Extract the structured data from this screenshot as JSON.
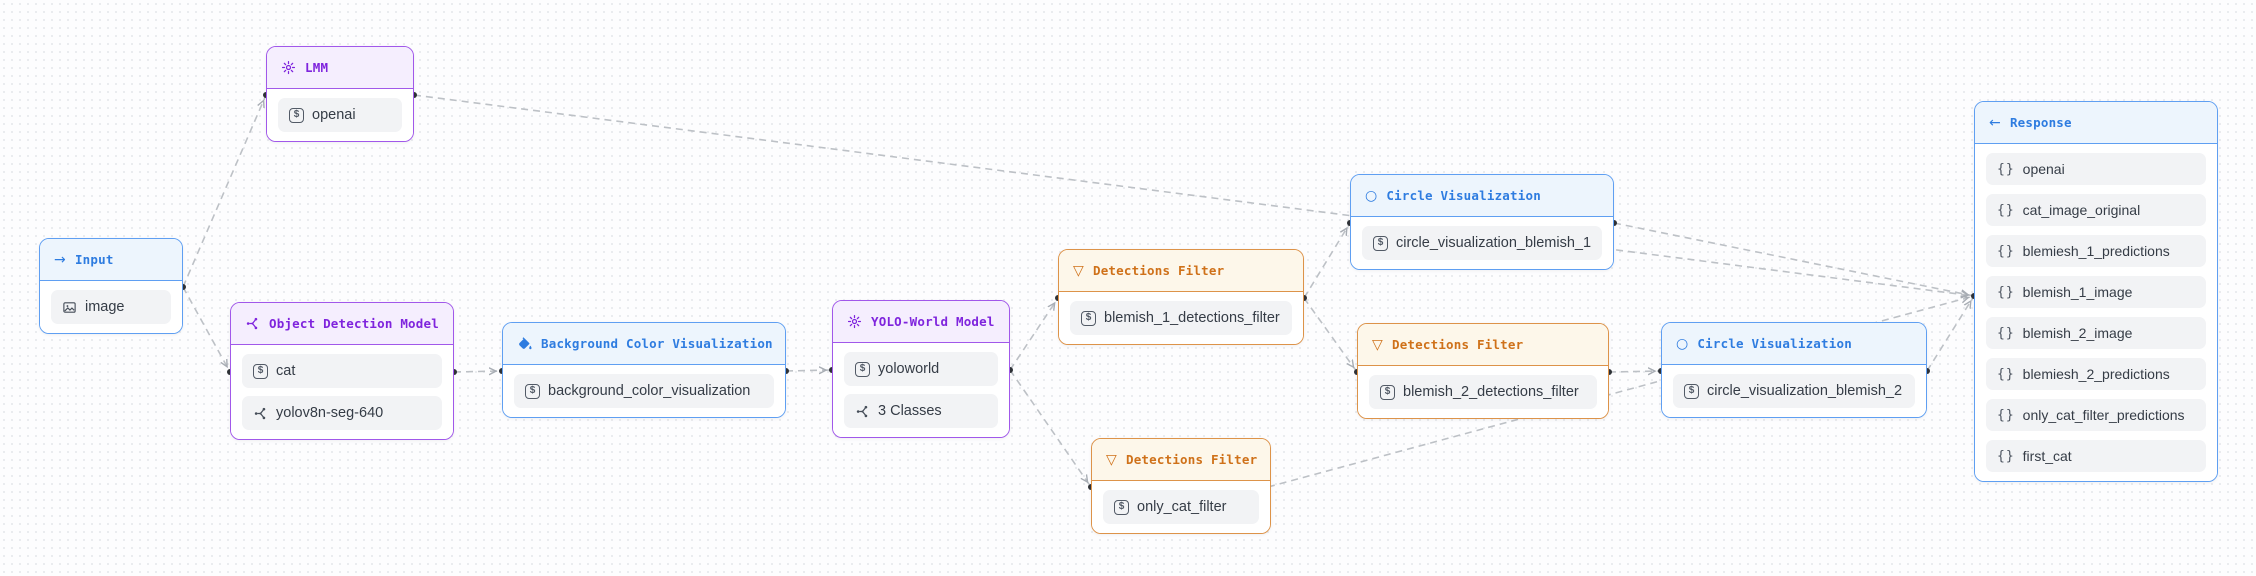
{
  "app": {
    "view": "workflow-graph-editor"
  },
  "colors": {
    "purple_border": "#a158ea",
    "purple_bg": "#f5eefe",
    "purple_text": "#7f24dd",
    "blue_border": "#5f9ff2",
    "blue_bg": "#edf5fd",
    "blue_text": "#2e7ce0",
    "orange_border": "#dd9349",
    "orange_bg": "#fdf7ea",
    "orange_text": "#cf7119",
    "pill_bg": "#f2f3f5",
    "pill_text": "#353c46",
    "edge": "#bdc1c6",
    "dot": "#2f3237"
  },
  "icons": {
    "arrow_right": "→",
    "arrow_left": "←",
    "filter": "▽",
    "circle": "○",
    "string": "$",
    "braces": "{}"
  },
  "nodes": [
    {
      "id": "lmm",
      "type": "purple",
      "header_icon": "gear-icon",
      "title": "LMM",
      "items": [
        {
          "icon": "string-icon",
          "label": "openai"
        }
      ]
    },
    {
      "id": "input",
      "type": "blue",
      "header_icon": "arrow-right-icon",
      "title": "Input",
      "items": [
        {
          "icon": "image-icon",
          "label": "image"
        }
      ]
    },
    {
      "id": "object-detection-model",
      "type": "purple",
      "header_icon": "model-graph-icon",
      "title": "Object Detection Model",
      "items": [
        {
          "icon": "string-icon",
          "label": "cat"
        },
        {
          "icon": "model-graph-icon",
          "label": "yolov8n-seg-640"
        }
      ]
    },
    {
      "id": "background-color-visualization",
      "type": "blue",
      "header_icon": "paint-bucket-icon",
      "title": "Background Color Visualization",
      "items": [
        {
          "icon": "string-icon",
          "label": "background_color_visualization"
        }
      ]
    },
    {
      "id": "yolo-world-model",
      "type": "purple",
      "header_icon": "gear-icon",
      "title": "YOLO-World Model",
      "items": [
        {
          "icon": "string-icon",
          "label": "yoloworld"
        },
        {
          "icon": "model-graph-icon",
          "label": "3 Classes"
        }
      ]
    },
    {
      "id": "detections-filter-blemish-1",
      "type": "orange",
      "header_icon": "filter-icon",
      "title": "Detections Filter",
      "items": [
        {
          "icon": "string-icon",
          "label": "blemish_1_detections_filter"
        }
      ]
    },
    {
      "id": "circle-visualization-blemish-1",
      "type": "blue",
      "header_icon": "circle-icon",
      "title": "Circle Visualization",
      "items": [
        {
          "icon": "string-icon",
          "label": "circle_visualization_blemish_1"
        }
      ]
    },
    {
      "id": "detections-filter-blemish-2",
      "type": "orange",
      "header_icon": "filter-icon",
      "title": "Detections Filter",
      "items": [
        {
          "icon": "string-icon",
          "label": "blemish_2_detections_filter"
        }
      ]
    },
    {
      "id": "circle-visualization-blemish-2",
      "type": "blue",
      "header_icon": "circle-icon",
      "title": "Circle Visualization",
      "items": [
        {
          "icon": "string-icon",
          "label": "circle_visualization_blemish_2"
        }
      ]
    },
    {
      "id": "detections-filter-only-cat",
      "type": "orange",
      "header_icon": "filter-icon",
      "title": "Detections Filter",
      "items": [
        {
          "icon": "string-icon",
          "label": "only_cat_filter"
        }
      ]
    },
    {
      "id": "response",
      "type": "blue",
      "header_icon": "arrow-left-icon",
      "title": "Response",
      "items": [
        {
          "icon": "braces-icon",
          "label": "openai"
        },
        {
          "icon": "braces-icon",
          "label": "cat_image_original"
        },
        {
          "icon": "braces-icon",
          "label": "blemiesh_1_predictions"
        },
        {
          "icon": "braces-icon",
          "label": "blemish_1_image"
        },
        {
          "icon": "braces-icon",
          "label": "blemish_2_image"
        },
        {
          "icon": "braces-icon",
          "label": "blemiesh_2_predictions"
        },
        {
          "icon": "braces-icon",
          "label": "only_cat_filter_predictions"
        },
        {
          "icon": "braces-icon",
          "label": "first_cat"
        }
      ]
    }
  ],
  "edges": [
    {
      "from": "input",
      "to": "lmm"
    },
    {
      "from": "input",
      "to": "object-detection-model"
    },
    {
      "from": "object-detection-model",
      "to": "background-color-visualization"
    },
    {
      "from": "background-color-visualization",
      "to": "yolo-world-model"
    },
    {
      "from": "yolo-world-model",
      "to": "detections-filter-blemish-1"
    },
    {
      "from": "yolo-world-model",
      "to": "detections-filter-only-cat"
    },
    {
      "from": "detections-filter-blemish-1",
      "to": "circle-visualization-blemish-1"
    },
    {
      "from": "detections-filter-blemish-1",
      "to": "detections-filter-blemish-2"
    },
    {
      "from": "detections-filter-blemish-2",
      "to": "circle-visualization-blemish-2"
    },
    {
      "from": "lmm",
      "to": "response"
    },
    {
      "from": "circle-visualization-blemish-1",
      "to": "response"
    },
    {
      "from": "circle-visualization-blemish-2",
      "to": "response"
    },
    {
      "from": "detections-filter-only-cat",
      "to": "response"
    }
  ]
}
